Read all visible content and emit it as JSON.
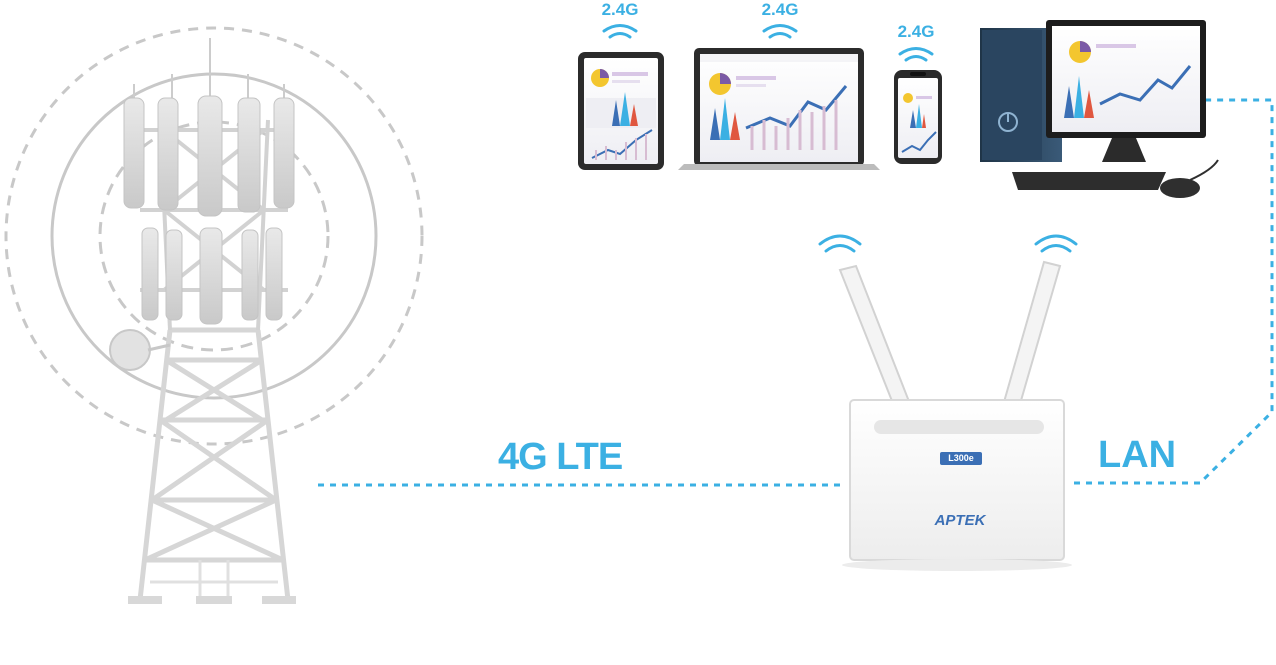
{
  "labels": {
    "lte": "4G LTE",
    "lan": "LAN",
    "wifi_tablet": "2.4G",
    "wifi_laptop": "2.4G",
    "wifi_phone": "2.4G",
    "router_model": "L300e",
    "router_brand": "APTEK"
  },
  "colors": {
    "accent": "#3bb0e3",
    "brand": "#3b6fb5",
    "tower": "#d4d4d4",
    "rings": "#c8c8c8"
  },
  "icons": {
    "tower": "cell-tower-icon",
    "router": "router-icon",
    "tablet": "tablet-icon",
    "laptop": "laptop-icon",
    "phone": "phone-icon",
    "desktop": "desktop-computer-icon",
    "wifi": "wifi-icon"
  }
}
